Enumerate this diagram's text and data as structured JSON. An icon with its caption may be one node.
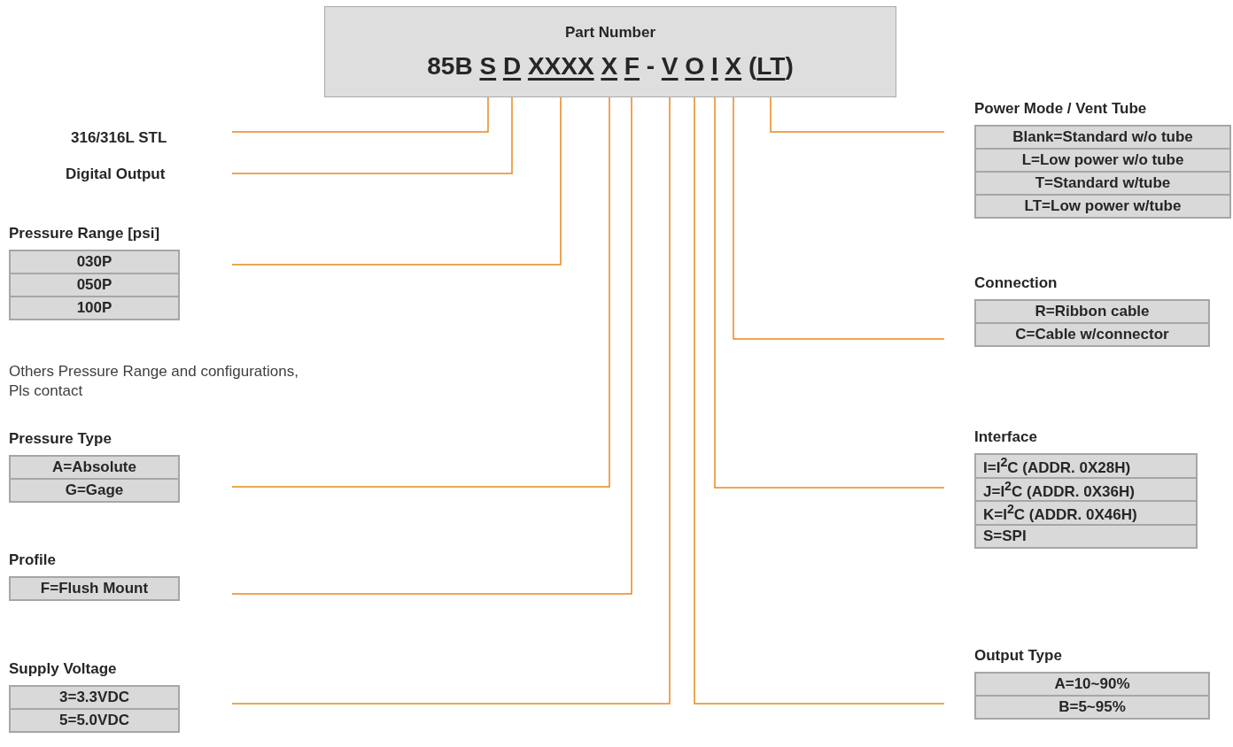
{
  "diagram": {
    "nodes": [
      {
        "text": [
          "Part Number",
          "85B S D XXXX X F - V O I X (LT)"
        ]
      },
      {
        "text": [
          "316/316L STL"
        ]
      },
      {
        "text": [
          "Digital Output"
        ]
      },
      {
        "text": [
          "Pressure Range [psi]",
          "030P",
          "050P",
          "100P"
        ]
      },
      {
        "text": [
          "Pressure Type",
          "A=Absolute",
          "G=Gage"
        ]
      },
      {
        "text": [
          "Profile",
          "F=Flush Mount"
        ]
      },
      {
        "text": [
          "Supply Voltage",
          "3=3.3VDC",
          "5=5.0VDC"
        ]
      },
      {
        "text": [
          "Power Mode / Vent Tube",
          "Blank=Standard w/o tube",
          "L=Low power w/o tube",
          "T=Standard w/tube",
          "LT=Low power w/tube"
        ]
      },
      {
        "text": [
          "Connection",
          "R=Ribbon cable",
          "C=Cable w/connector"
        ]
      },
      {
        "text": [
          "Interface",
          "I=I$^{2}$C (ADDR. 0X28H)",
          "J=I$^{2}$C (ADDR. 0X36H)",
          "K=I$^{2}$C (ADDR. 0X46H)",
          "S=SPI"
        ]
      },
      {
        "text": [
          "Output Type",
          "A=10~90%",
          "B=5~95%"
        ]
      }
    ],
    "edges": [
      {
        "from": 1,
        "to": 0,
        "arrow": "none"
      },
      {
        "from": 2,
        "to": 0,
        "arrow": "none"
      },
      {
        "from": 3,
        "to": 0,
        "arrow": "none"
      },
      {
        "from": 4,
        "to": 0,
        "arrow": "none"
      },
      {
        "from": 5,
        "to": 0,
        "arrow": "none"
      },
      {
        "from": 6,
        "to": 0,
        "arrow": "none"
      },
      {
        "from": 7,
        "to": 0,
        "arrow": "none"
      },
      {
        "from": 8,
        "to": 0,
        "arrow": "none"
      },
      {
        "from": 9,
        "to": 0,
        "arrow": "none"
      },
      {
        "from": 10,
        "to": 0,
        "arrow": "none"
      }
    ],
    "labels": [
      "Others Pressure Range and configurations, Pls contact"
    ]
  }
}
